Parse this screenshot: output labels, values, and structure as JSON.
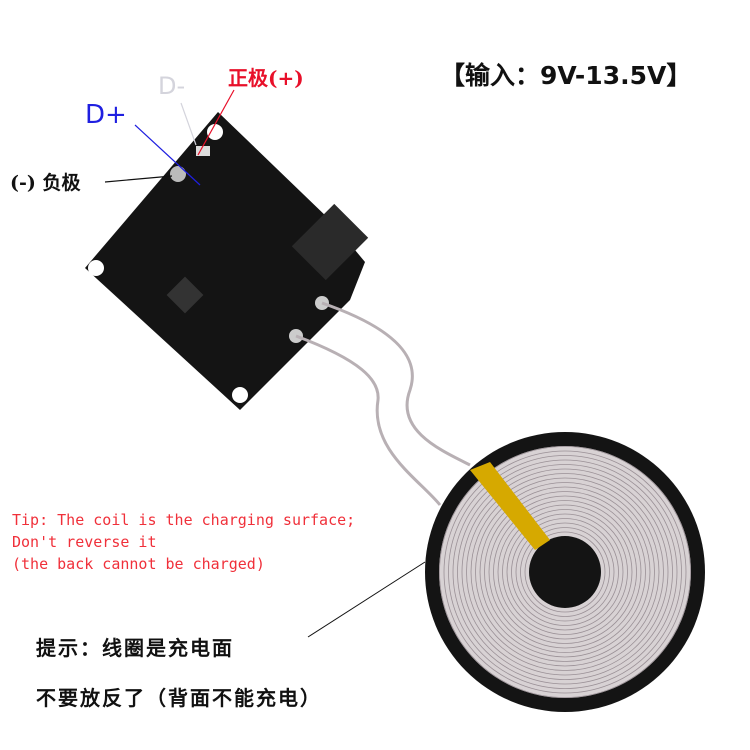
{
  "input_spec": "【输入：9V-13.5V】",
  "labels": {
    "positive": "正极(+)",
    "d_minus": "D-",
    "d_plus": "D+",
    "negative": "(-) 负极"
  },
  "tip_en": {
    "line1": "Tip: The coil is the charging surface;",
    "line2": "Don't reverse it",
    "line3": "(the back cannot be charged)"
  },
  "tip_cn": {
    "line1": "提示：线圈是充电面",
    "line2": "不要放反了（背面不能充电）"
  },
  "colors": {
    "positive": "#e8102a",
    "d_plus": "#1f1fe0",
    "d_minus": "#d4d4dc",
    "tip": "#f0303a",
    "board": "#141414",
    "coil": "#d8d2d4"
  }
}
